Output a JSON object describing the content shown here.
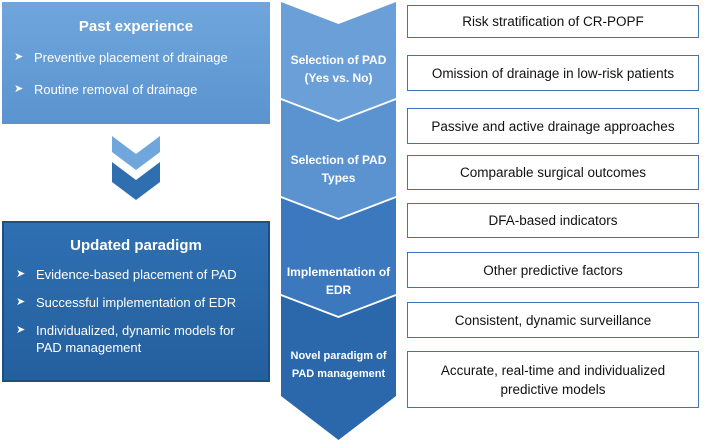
{
  "past": {
    "title": "Past experience",
    "items": [
      "Preventive placement of drainage",
      "Routine removal of drainage"
    ]
  },
  "updated": {
    "title": "Updated paradigm",
    "items": [
      "Evidence-based placement of PAD",
      "Successful implementation of EDR",
      "Individualized, dynamic models for PAD management"
    ]
  },
  "steps": [
    {
      "label": "Selection of PAD (Yes vs. No)",
      "color": "#6a9fd8"
    },
    {
      "label": "Selection of PAD Types",
      "color": "#5b92d0"
    },
    {
      "label": "Implementation of EDR",
      "color": "#3c78bd"
    },
    {
      "label": "Novel paradigm of PAD management",
      "color": "#2a67ab"
    }
  ],
  "boxes": [
    "Risk stratification of CR-POPF",
    "Omission of drainage in low-risk patients",
    "Passive and active drainage approaches",
    "Comparable surgical outcomes",
    "DFA-based indicators",
    "Other predictive factors",
    "Consistent, dynamic surveillance",
    "Accurate, real-time and individualized predictive models"
  ],
  "colors": {
    "past_panel": "#6fa6dc",
    "updated_panel": "#2f70b2",
    "chevron_light": "#6fa6dc",
    "chevron_dark": "#2f6fb0",
    "box_border": "#3f74b0"
  }
}
